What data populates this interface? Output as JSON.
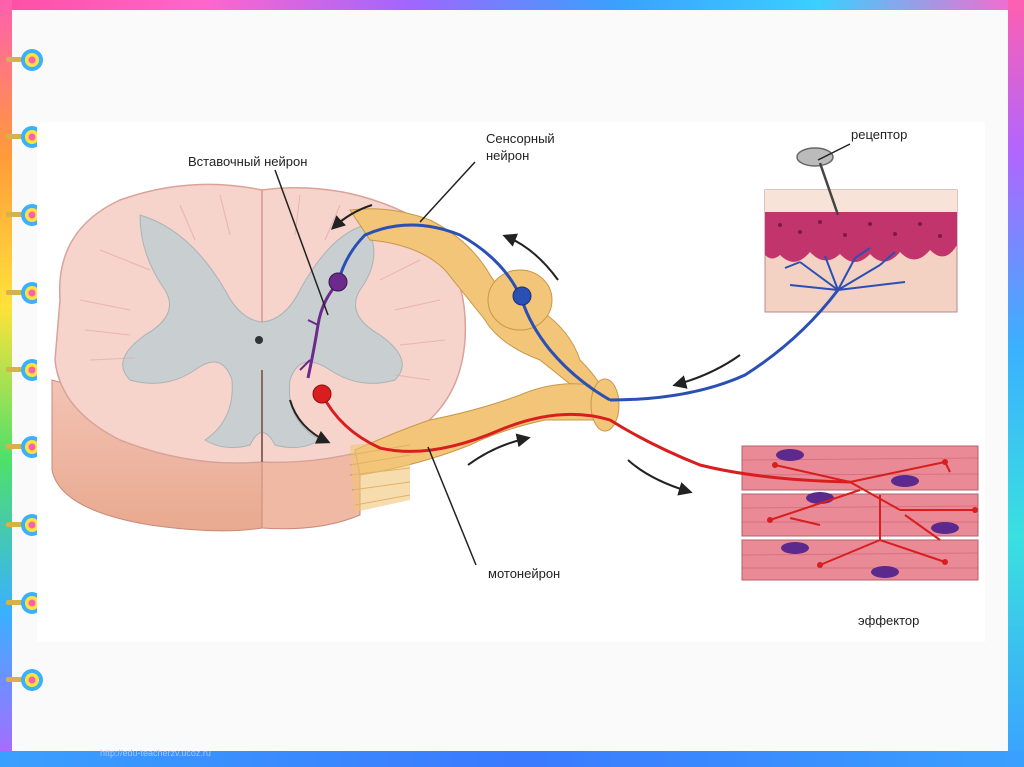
{
  "labels": {
    "interneuron": "Вставочный нейрон",
    "sensory_line1": "Сенсорный",
    "sensory_line2": "нейрон",
    "receptor": "рецептор",
    "motoneuron": "мотонейрон",
    "effector": "эффектор"
  },
  "footer_url": "http://edu-teacherzv.ucoz.ru",
  "colors": {
    "sensory": "#2a4fb5",
    "motor": "#d81e1e",
    "interneuron": "#6b2a8c",
    "gray_matter": "#c9cfd0",
    "white_matter": "#f4c9c4",
    "nerve": "#f2c578"
  }
}
